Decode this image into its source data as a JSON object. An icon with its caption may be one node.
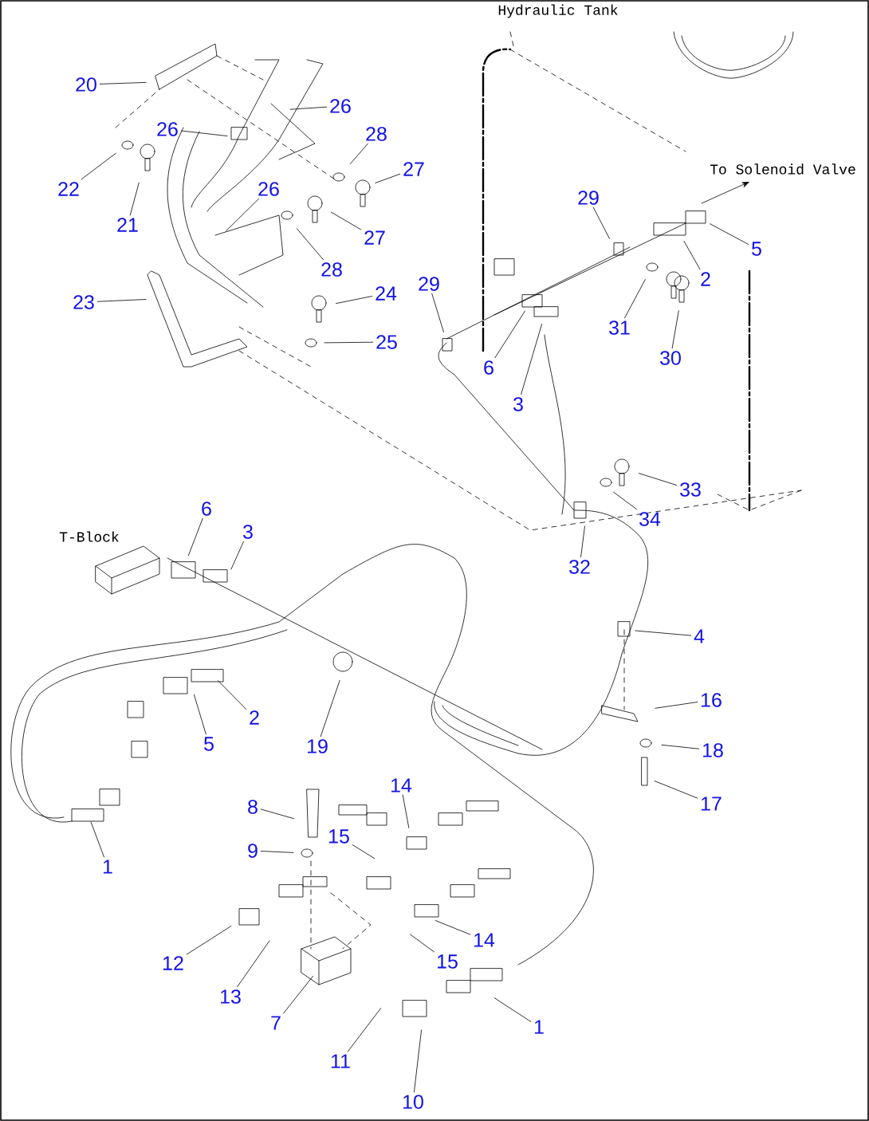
{
  "diagram": {
    "nodes": [
      {
        "text": [
          "20"
        ]
      },
      {
        "text": [
          "26"
        ]
      },
      {
        "text": [
          "26"
        ]
      },
      {
        "text": [
          "28"
        ]
      },
      {
        "text": [
          "27"
        ]
      },
      {
        "text": [
          "22"
        ]
      },
      {
        "text": [
          "21"
        ]
      },
      {
        "text": [
          "26"
        ]
      },
      {
        "text": [
          "28"
        ]
      },
      {
        "text": [
          "27"
        ]
      },
      {
        "text": [
          "23"
        ]
      },
      {
        "text": [
          "24"
        ]
      },
      {
        "text": [
          "25"
        ]
      },
      {
        "text": [
          "29"
        ]
      },
      {
        "text": [
          "29"
        ]
      },
      {
        "text": [
          "5"
        ]
      },
      {
        "text": [
          "2"
        ]
      },
      {
        "text": [
          "31"
        ]
      },
      {
        "text": [
          "30"
        ]
      },
      {
        "text": [
          "6"
        ]
      },
      {
        "text": [
          "3"
        ]
      },
      {
        "text": [
          "33"
        ]
      },
      {
        "text": [
          "34"
        ]
      },
      {
        "text": [
          "32"
        ]
      },
      {
        "text": [
          "6"
        ]
      },
      {
        "text": [
          "3"
        ]
      },
      {
        "text": [
          "4"
        ]
      },
      {
        "text": [
          "16"
        ]
      },
      {
        "text": [
          "18"
        ]
      },
      {
        "text": [
          "17"
        ]
      },
      {
        "text": [
          "2"
        ]
      },
      {
        "text": [
          "5"
        ]
      },
      {
        "text": [
          "19"
        ]
      },
      {
        "text": [
          "1"
        ]
      },
      {
        "text": [
          "8"
        ]
      },
      {
        "text": [
          "9"
        ]
      },
      {
        "text": [
          "14"
        ]
      },
      {
        "text": [
          "15"
        ]
      },
      {
        "text": [
          "14"
        ]
      },
      {
        "text": [
          "15"
        ]
      },
      {
        "text": [
          "12"
        ]
      },
      {
        "text": [
          "13"
        ]
      },
      {
        "text": [
          "7"
        ]
      },
      {
        "text": [
          "11"
        ]
      },
      {
        "text": [
          "10"
        ]
      },
      {
        "text": [
          "1"
        ]
      }
    ],
    "edges": [
      {
        "from": 0,
        "to": null,
        "arrow": "none"
      },
      {
        "from": 1,
        "to": null,
        "arrow": "none"
      },
      {
        "from": 2,
        "to": null,
        "arrow": "none"
      },
      {
        "from": 3,
        "to": null,
        "arrow": "none"
      },
      {
        "from": 4,
        "to": null,
        "arrow": "none"
      },
      {
        "from": 5,
        "to": null,
        "arrow": "none"
      },
      {
        "from": 6,
        "to": null,
        "arrow": "none"
      },
      {
        "from": 7,
        "to": null,
        "arrow": "none"
      },
      {
        "from": 8,
        "to": null,
        "arrow": "none"
      },
      {
        "from": 9,
        "to": null,
        "arrow": "none"
      },
      {
        "from": 10,
        "to": null,
        "arrow": "none"
      },
      {
        "from": 11,
        "to": null,
        "arrow": "none"
      },
      {
        "from": 12,
        "to": null,
        "arrow": "none"
      },
      {
        "from": 13,
        "to": null,
        "arrow": "none"
      },
      {
        "from": 14,
        "to": null,
        "arrow": "none"
      },
      {
        "from": 15,
        "to": null,
        "arrow": "none"
      },
      {
        "from": 16,
        "to": null,
        "arrow": "none"
      },
      {
        "from": 17,
        "to": null,
        "arrow": "none"
      },
      {
        "from": 18,
        "to": null,
        "arrow": "none"
      },
      {
        "from": 19,
        "to": null,
        "arrow": "none"
      },
      {
        "from": 20,
        "to": null,
        "arrow": "none"
      },
      {
        "from": 21,
        "to": null,
        "arrow": "none"
      },
      {
        "from": 22,
        "to": null,
        "arrow": "none"
      },
      {
        "from": 23,
        "to": null,
        "arrow": "none"
      },
      {
        "from": 24,
        "to": null,
        "arrow": "none"
      },
      {
        "from": 25,
        "to": null,
        "arrow": "none"
      },
      {
        "from": 26,
        "to": null,
        "arrow": "none"
      },
      {
        "from": 27,
        "to": null,
        "arrow": "none"
      },
      {
        "from": 28,
        "to": null,
        "arrow": "none"
      },
      {
        "from": 29,
        "to": null,
        "arrow": "none"
      },
      {
        "from": 30,
        "to": null,
        "arrow": "none"
      },
      {
        "from": 31,
        "to": null,
        "arrow": "none"
      },
      {
        "from": 32,
        "to": null,
        "arrow": "none"
      },
      {
        "from": 33,
        "to": null,
        "arrow": "none"
      },
      {
        "from": 34,
        "to": null,
        "arrow": "none"
      },
      {
        "from": 35,
        "to": null,
        "arrow": "none"
      },
      {
        "from": 36,
        "to": null,
        "arrow": "none"
      },
      {
        "from": 37,
        "to": null,
        "arrow": "none"
      },
      {
        "from": 38,
        "to": null,
        "arrow": "none"
      },
      {
        "from": 39,
        "to": null,
        "arrow": "none"
      },
      {
        "from": 40,
        "to": null,
        "arrow": "none"
      },
      {
        "from": 41,
        "to": null,
        "arrow": "none"
      },
      {
        "from": 42,
        "to": null,
        "arrow": "none"
      },
      {
        "from": 43,
        "to": null,
        "arrow": "none"
      },
      {
        "from": 44,
        "to": null,
        "arrow": "none"
      },
      {
        "from": 45,
        "to": null,
        "arrow": "none"
      }
    ],
    "labels": [
      "Hydraulic Tank",
      "To Solenoid Valve",
      "T-Block"
    ]
  }
}
